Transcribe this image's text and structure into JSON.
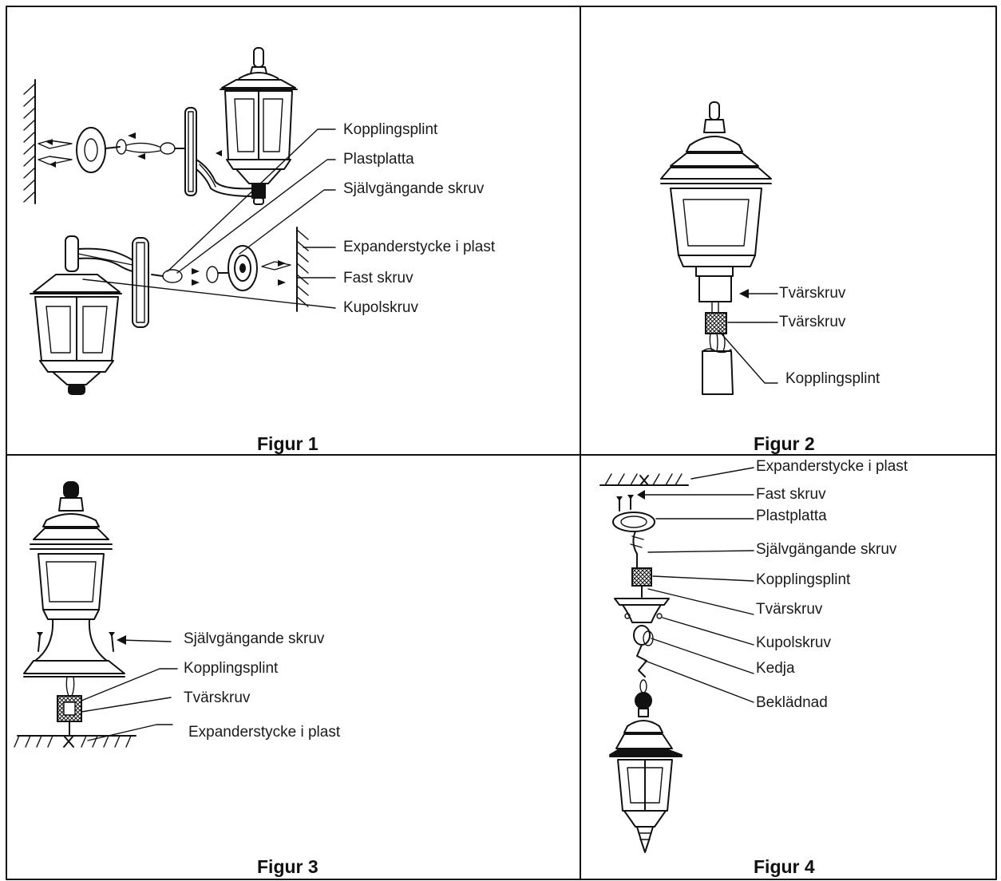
{
  "figures": [
    {
      "caption": "Figur 1",
      "labels": [
        "Kopplingsplint",
        "Plastplatta",
        "Självgängande skruv",
        "Expanderstycke i plast",
        "Fast skruv",
        "Kupolskruv"
      ]
    },
    {
      "caption": "Figur 2",
      "labels": [
        "Tvärskruv",
        "Tvärskruv",
        "Kopplingsplint"
      ]
    },
    {
      "caption": "Figur 3",
      "labels": [
        "Självgängande skruv",
        "Kopplingsplint",
        "Tvärskruv",
        "Expanderstycke i plast"
      ]
    },
    {
      "caption": "Figur 4",
      "labels": [
        "Expanderstycke i plast",
        "Fast skruv",
        "Plastplatta",
        "Självgängande skruv",
        "Kopplingsplint",
        "Tvärskruv",
        "Kupolskruv",
        "Kedja",
        "Beklädnad"
      ]
    }
  ]
}
